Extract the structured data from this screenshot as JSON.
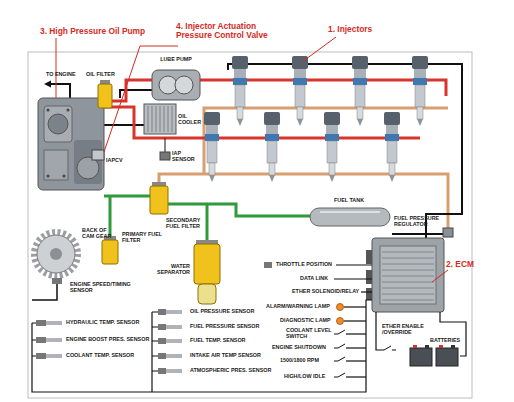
{
  "diagram": {
    "labels": [
      "3. High Pressure Oil Pump",
      "4. Injector Actuation Pressure Control Valve",
      "1. Injectors",
      "2. ECM",
      "TO ENGINE",
      "OIL FILTER",
      "LUBE PUMP",
      "OIL COOLER",
      "IAPCV",
      "IAP SENSOR",
      "SECONDARY FUEL FILTER",
      "FUEL TANK",
      "FUEL PRESSURE REGULATOR",
      "BACK OF CAM GEAR",
      "PRIMARY FUEL FILTER",
      "WATER SEPARATOR",
      "ENGINE SPEED/TIMING SENSOR",
      "THROTTLE POSITION",
      "DATA LINK",
      "ETHER SOLENOID/RELAY",
      "ALARM/WARNING LAMP",
      "DIAGNOSTIC LAMP",
      "COOLANT LEVEL SWITCH",
      "ENGINE SHUTDOWN",
      "1500/1800 RPM",
      "HIGH/LOW IDLE",
      "ETHER ENABLE /OVERRIDE",
      "BATTERIES",
      "HYDRAULIC TEMP. SENSOR",
      "ENGINE BOOST PRES. SENSOR",
      "COOLANT TEMP. SENSOR",
      "OIL PRESSURE SENSOR",
      "FUEL PRESSURE SENSOR",
      "FUEL TEMP. SENSOR",
      "INTAKE AIR TEMP SENSOR",
      "ATMOSPHERIC PRES. SENSOR"
    ]
  }
}
